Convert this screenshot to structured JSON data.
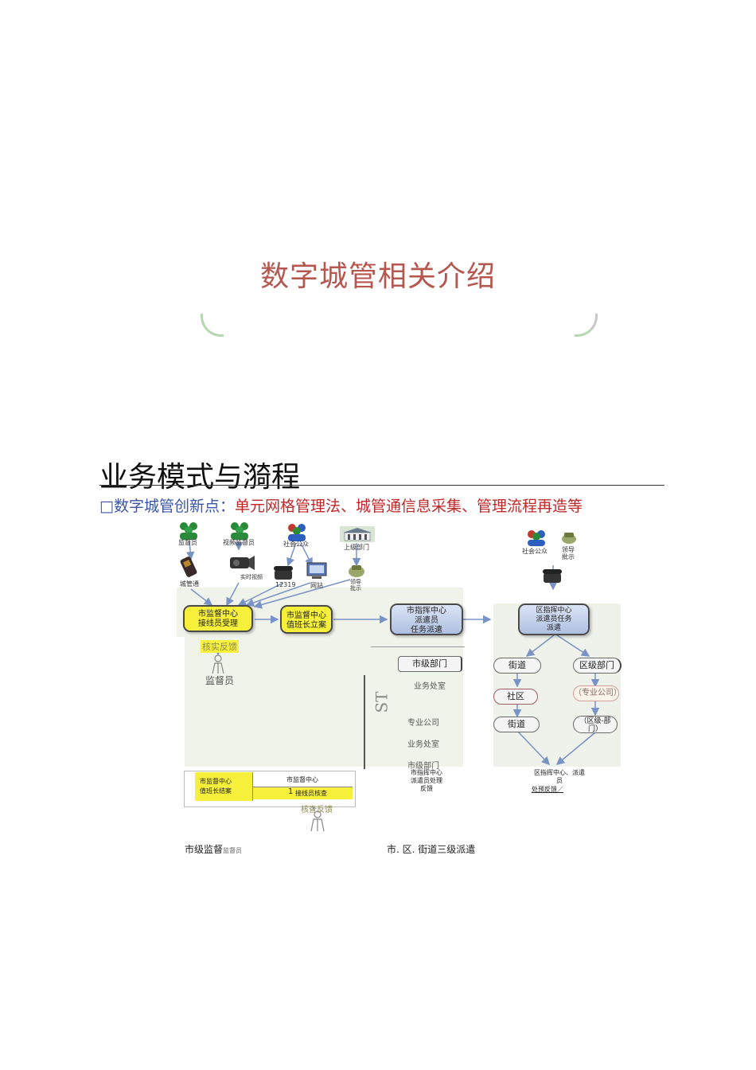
{
  "page": {
    "title": "数字城管相关介绍",
    "section_title": "业务模式与漪程",
    "bullet_prefix": "□数字城管创新点：",
    "bullet_red": "单元网格管理法、城管通信息采集、管理流程再造等"
  },
  "diagram": {
    "sources": {
      "inspector": "监督员",
      "video_inspector": "视频监督员",
      "public": "社会公众",
      "superior": "上级部门",
      "cgt": "城管通",
      "realtime_video": "实时视频",
      "hotline": "12319",
      "website": "网站",
      "leader": "领导\n批示"
    },
    "city": {
      "receive": "市监督中心\n接线员受理",
      "file_case": "市监督中心\n值班长立案",
      "dispatch": "市指挥中心\n派遣员\n任务派遣",
      "verify_feedback": "核实反馈",
      "inspector": "监督员",
      "city_dept": "市级部门",
      "biz_office": "业务处室",
      "st_mark": "ST",
      "pro_company": "专业公司",
      "biz_office_2": "业务处室",
      "city_dept_2": "市级部门",
      "handle_feedback": "市指挥中心\n派遣员处理\n反馈"
    },
    "closing": {
      "close_case": "市监督中心\n值班长结案",
      "center2": "市监督中心",
      "num": "1",
      "operator_verify": "接线员核查",
      "verify_feedback2": "核查反馈"
    },
    "district": {
      "public": "社会公众",
      "leader": "领导\n批示",
      "dispatch": "区指挥中心\n派遣员任务\n派遣",
      "street": "街道",
      "district_dept": "区级部门",
      "community": "社区",
      "pro_company": "（专业公司）",
      "street2": "街道",
      "district_dept2": "（区级-部\n门）",
      "feedback": "区指挥中心、派遣\n员",
      "feedback_2": "处预反馈",
      "feedback_slash": "／"
    },
    "captions": {
      "left_main": "市级监督",
      "left_small": "监督员",
      "right": "市. 区. 街道三级派遣"
    },
    "colors": {
      "yellow": "#f7f03a",
      "blue": "#aebfe0",
      "panel": "#f0f3ea"
    }
  }
}
